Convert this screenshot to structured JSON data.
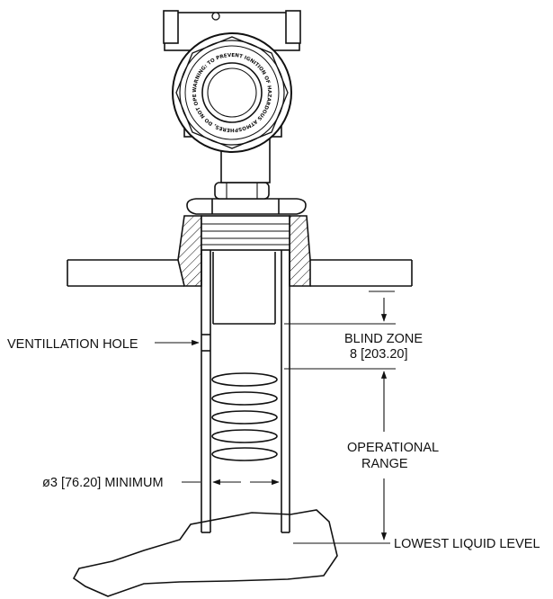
{
  "labels": {
    "ventillation_hole": "VENTILLATION HOLE",
    "blind_zone_title": "BLIND ZONE",
    "blind_zone_value": "8 [203.20]",
    "operational_title": "OPERATIONAL",
    "operational_sub": "RANGE",
    "diameter": "ø3 [76.20] MINIMUM",
    "lowest_level": "LOWEST LIQUID LEVEL",
    "housing_ring_text": "WARNING: TO PREVENT IGNITION OF HAZARDOUS ATMOSPHERES, DO NOT OPEN WHEN ENERGIZED · CAUTION"
  },
  "colors": {
    "line": "#111111",
    "background": "#ffffff"
  }
}
